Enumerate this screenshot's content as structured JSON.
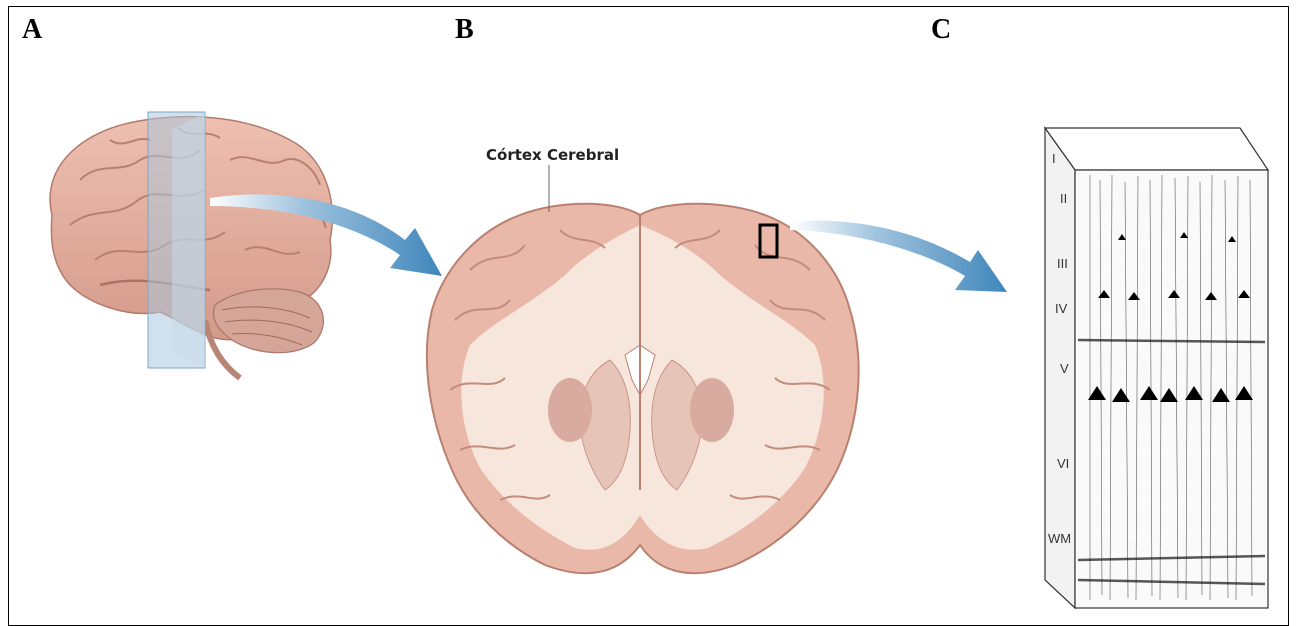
{
  "panels": {
    "a": {
      "letter": "A"
    },
    "b": {
      "letter": "B",
      "cortex_label": "Córtex Cerebral"
    },
    "c": {
      "letter": "C",
      "layers": [
        "I",
        "II",
        "III",
        "IV",
        "V",
        "VI",
        "WM"
      ]
    }
  },
  "colors": {
    "brain": "#e8b4a4",
    "brain_dark": "#c98a7a",
    "white_matter": "#f6e6dc",
    "plane": "#a9c6dc",
    "arrow": "#4a8fc0",
    "frame": "#000000"
  },
  "icons": [
    "brain-illustration",
    "coronal-section-illustration",
    "cortical-column-illustration",
    "arrow-right-icon"
  ]
}
